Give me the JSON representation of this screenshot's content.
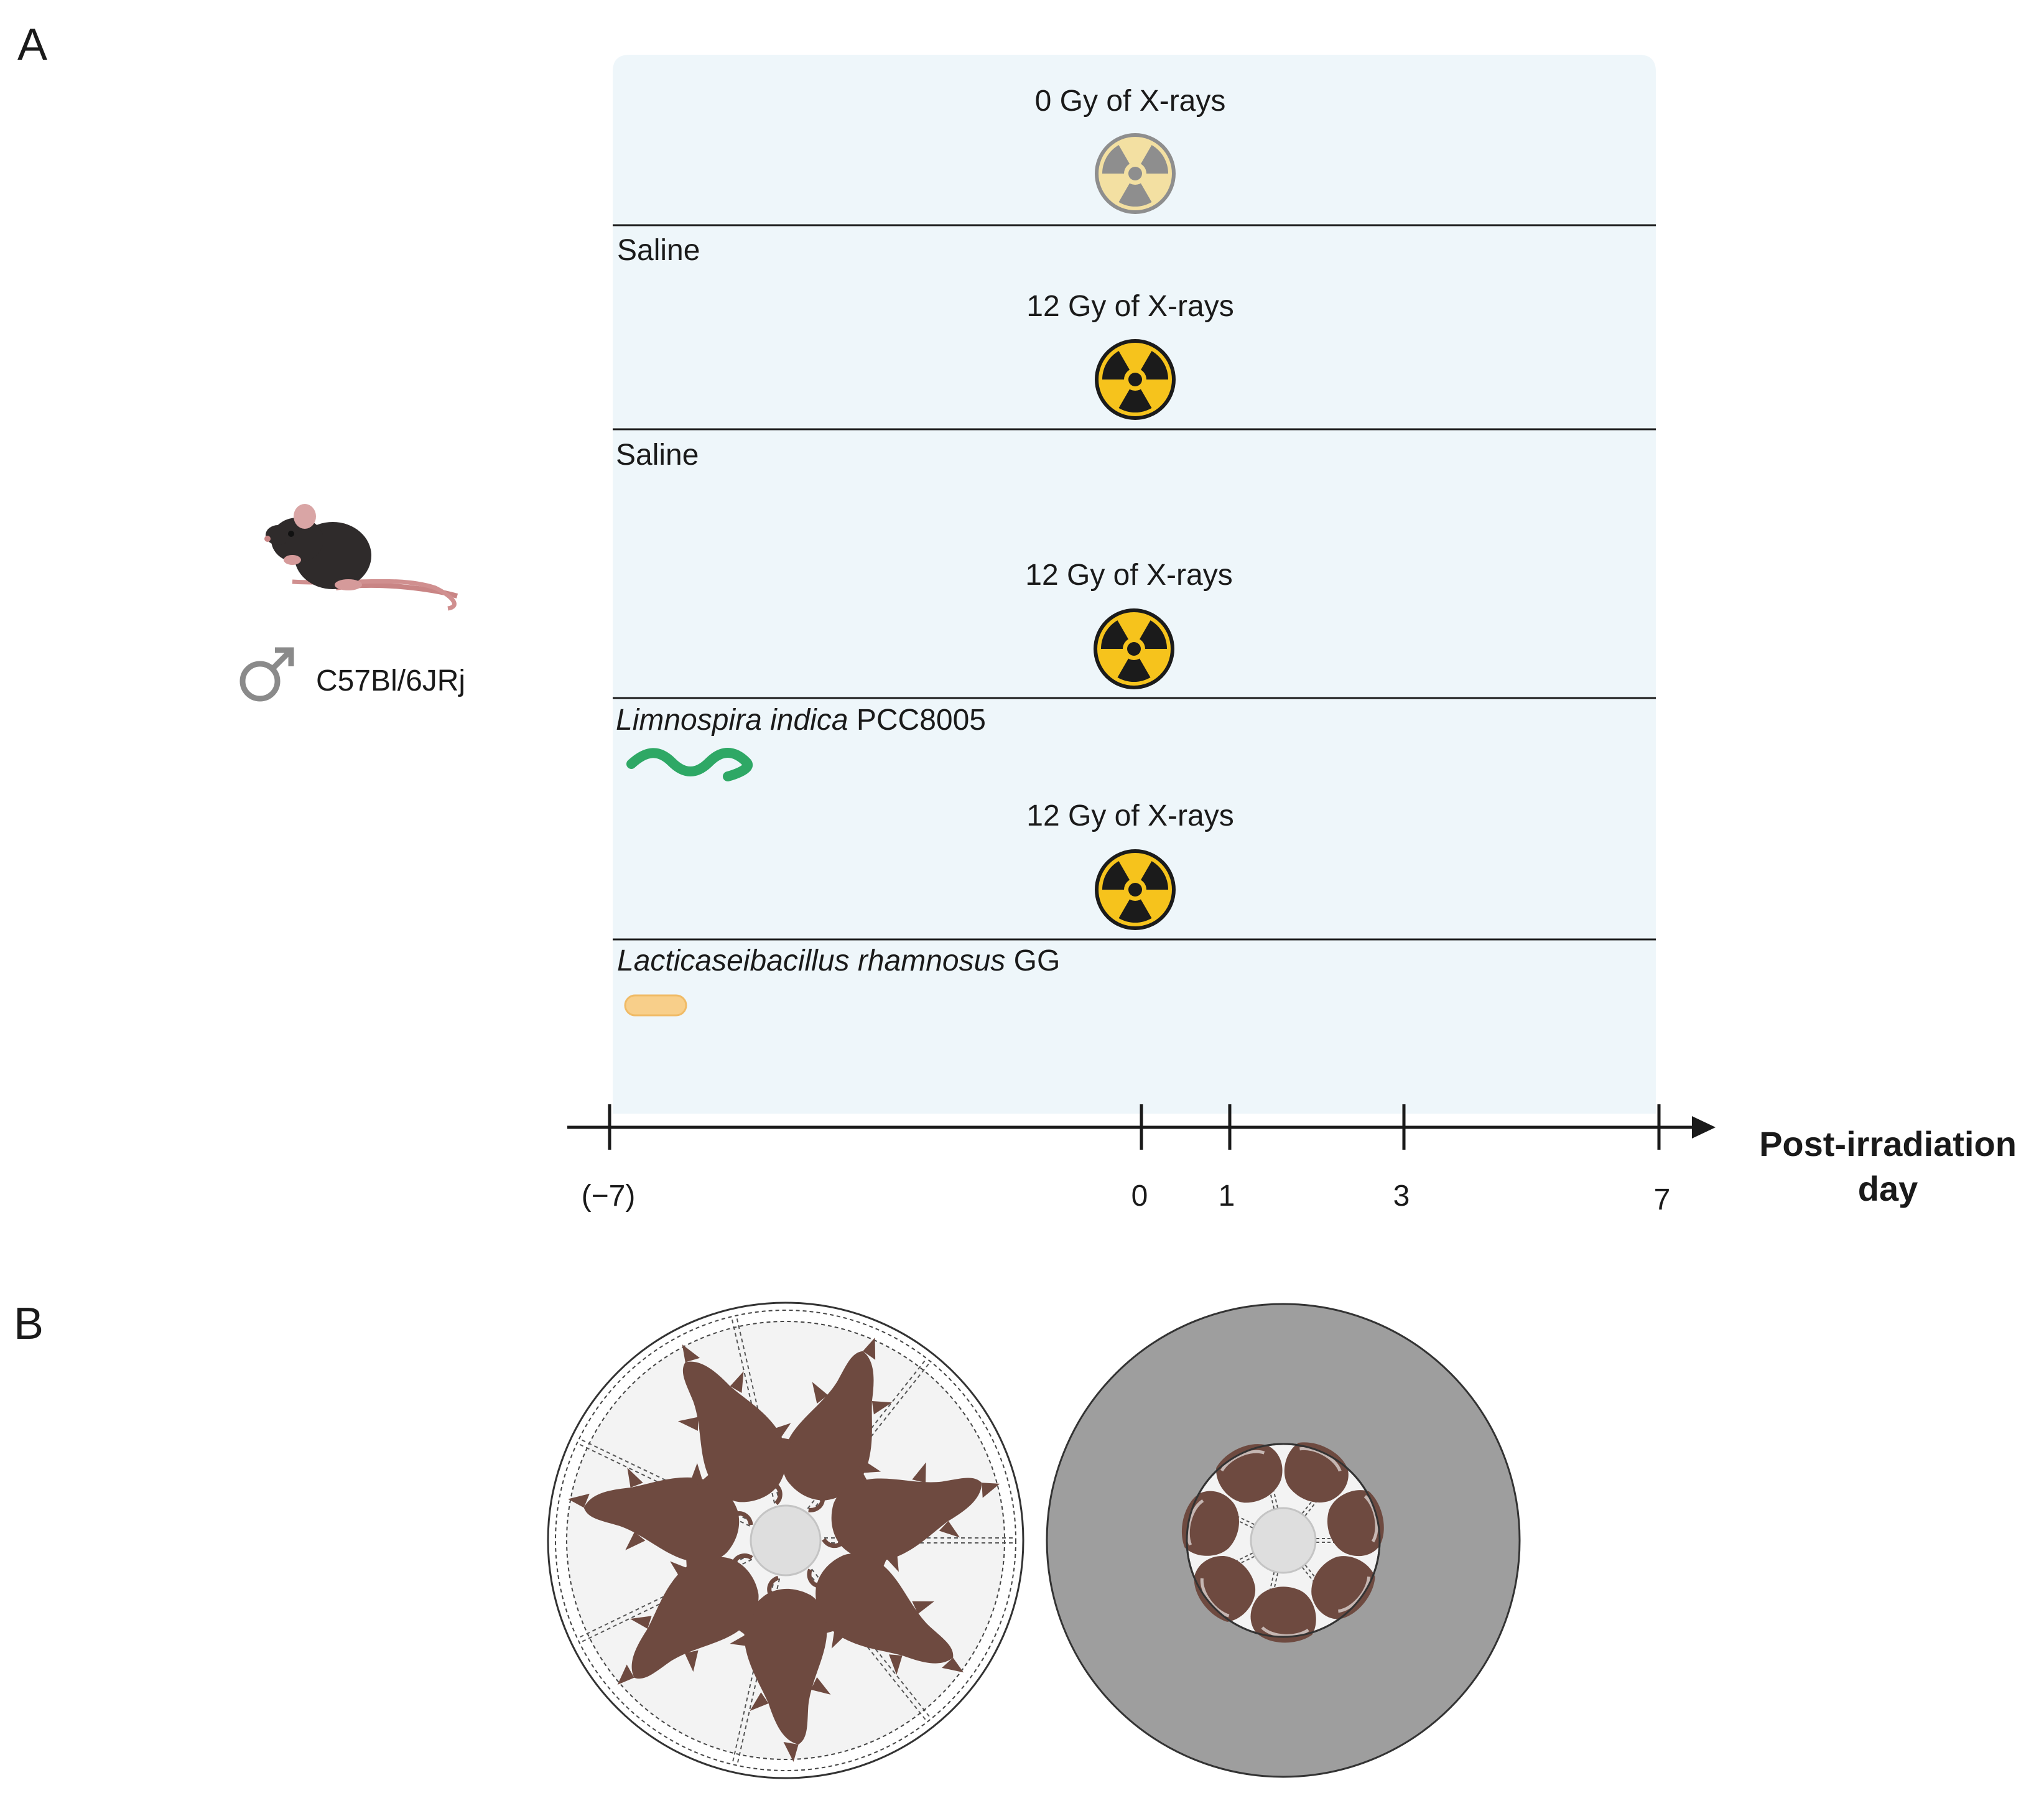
{
  "panel_labels": {
    "a": "A",
    "b": "B"
  },
  "mouse": {
    "sex_symbol": "♂",
    "strain": "C57Bl/6JRj"
  },
  "groups": [
    {
      "dose_label": "0 Gy of X-rays",
      "treatment_italic": "",
      "treatment_plain": "",
      "icon": "radiation-icon-faded"
    },
    {
      "dose_label": "12 Gy of X-rays",
      "treatment_italic": "",
      "treatment_plain": "Saline",
      "icon": "radiation-icon"
    },
    {
      "dose_label": "12 Gy of X-rays",
      "treatment_italic": "",
      "treatment_plain": "Saline",
      "icon": "radiation-icon"
    },
    {
      "dose_label": "12 Gy of X-rays",
      "treatment_italic": "Limnospira indica",
      "treatment_plain": "PCC8005",
      "icon": "radiation-icon"
    },
    {
      "dose_label": "",
      "treatment_italic": "Lacticaseibacillus rhamnosus",
      "treatment_plain": "GG",
      "icon": ""
    }
  ],
  "timeline": {
    "title_line1": "Post-irradiation",
    "title_line2": "day",
    "ticks": [
      "(−7)",
      "0",
      "1",
      "3",
      "7"
    ]
  },
  "colors": {
    "panel_bg": "#eef6fa",
    "radiation_yellow": "#f6c31c",
    "radiation_black": "#1b1b1b",
    "spirulina_green": "#2ea865",
    "lgg_orange": "#f8cf8a",
    "mouse_brown": "#6e4a40",
    "shield_gray": "#9e9e9e"
  }
}
